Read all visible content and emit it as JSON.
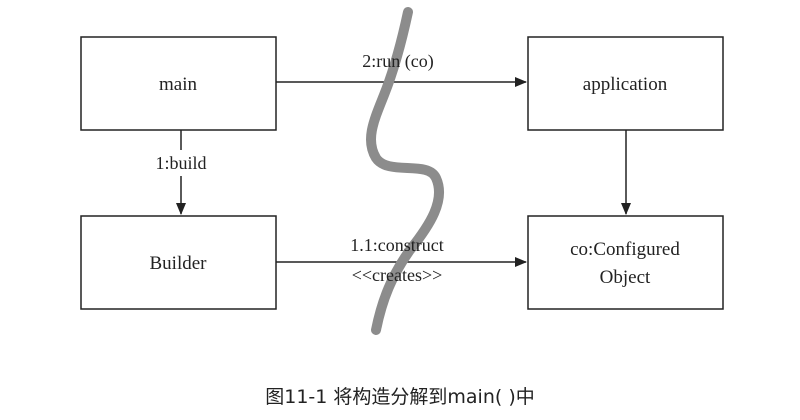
{
  "nodes": {
    "main": "main",
    "application": "application",
    "builder": "Builder",
    "configured_object_line1": "co:Configured",
    "configured_object_line2": "Object"
  },
  "edges": {
    "run": "2:run (co)",
    "build": "1:build",
    "construct": "1.1:construct",
    "creates": "<<creates>>"
  },
  "caption": "图11-1 将构造分解到main( )中",
  "colors": {
    "stroke": "#222222",
    "divider": "#8c8c8c",
    "background": "#ffffff"
  }
}
